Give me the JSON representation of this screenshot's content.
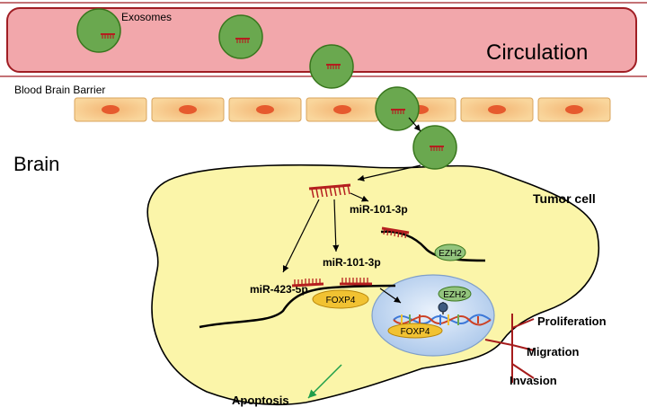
{
  "labels": {
    "exosomes": "Exosomes",
    "circulation": "Circulation",
    "bbb": "Blood Brain Barrier",
    "brain": "Brain",
    "tumor_cell": "Tumor cell",
    "mir101_upper": "miR-101-3p",
    "mir101_lower": "miR-101-3p",
    "mir423": "miR-423-5p",
    "ezh2_cyto": "EZH2",
    "ezh2_nucleus": "EZH2",
    "foxp4_cyto": "FOXP4",
    "foxp4_nucleus": "FOXP4",
    "proliferation": "Proliferation",
    "migration": "Migration",
    "invasion": "Invasion",
    "apoptosis": "Apoptosis"
  },
  "colors": {
    "vessel_fill": "#f2a7ab",
    "vessel_stroke": "#a01e24",
    "exosome_fill": "#6aa84f",
    "exosome_stroke": "#38761d",
    "endothelial_fill": "#f7cd8f",
    "nucleus_fill": "#e65a2e",
    "tumor_fill": "#fbf5a9",
    "rna_red": "#b51f1f",
    "protein_green": "#93c47d",
    "protein_yellow": "#f1c232",
    "inhibit_red": "#a61c1c",
    "activate_green": "#1e9e4a"
  }
}
